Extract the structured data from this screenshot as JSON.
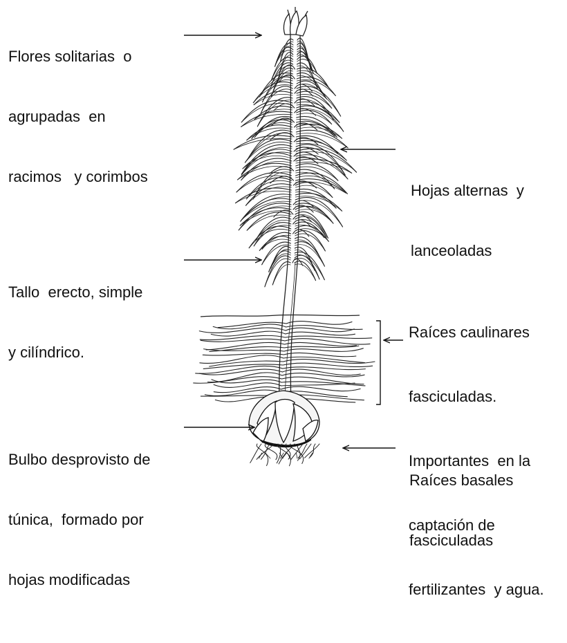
{
  "labels": {
    "flowers": [
      "Flores solitarias  o",
      "agrupadas  en",
      "racimos   y corimbos"
    ],
    "leaves": [
      "Hojas alternas  y",
      "lanceoladas"
    ],
    "stem": [
      "Tallo  erecto, simple",
      "y cilíndrico."
    ],
    "stem_roots": [
      "Raíces caulinares",
      "fasciculadas.",
      "Importantes  en la",
      "captación de",
      "fertilizantes  y agua."
    ],
    "bulb": [
      "Bulbo desprovisto de",
      "túnica,  formado por",
      "hojas modificadas"
    ],
    "basal_roots": [
      "Raíces basales",
      "fasciculadas"
    ]
  },
  "colors": {
    "ink": "#111111",
    "background": "#ffffff"
  }
}
